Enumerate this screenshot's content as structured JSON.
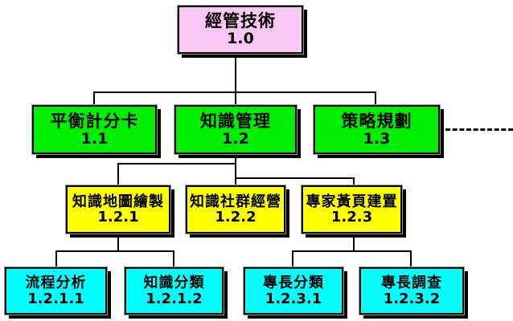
{
  "diagram_title": "WBS tree of management techniques",
  "colors": {
    "root_fill": "#f9c7f3",
    "level2_fill": "#00ee00",
    "level3_fill": "#ffff00",
    "level4_fill": "#00ffff",
    "connector": "#000000",
    "border": "#000000"
  },
  "nodes": {
    "root": {
      "label": "經管技術",
      "code": "1.0"
    },
    "level2": [
      {
        "label": "平衡計分卡",
        "code": "1.1"
      },
      {
        "label": "知識管理",
        "code": "1.2"
      },
      {
        "label": "策略規劃",
        "code": "1.3"
      }
    ],
    "level3": [
      {
        "label": "知識地圖繪製",
        "code": "1.2.1"
      },
      {
        "label": "知識社群經營",
        "code": "1.2.2"
      },
      {
        "label": "專家黃頁建置",
        "code": "1.2.3"
      }
    ],
    "level4": [
      {
        "label": "流程分析",
        "code": "1.2.1.1"
      },
      {
        "label": "知識分類",
        "code": "1.2.1.2"
      },
      {
        "label": "專長分類",
        "code": "1.2.3.1"
      },
      {
        "label": "專長調查",
        "code": "1.2.3.2"
      }
    ]
  }
}
